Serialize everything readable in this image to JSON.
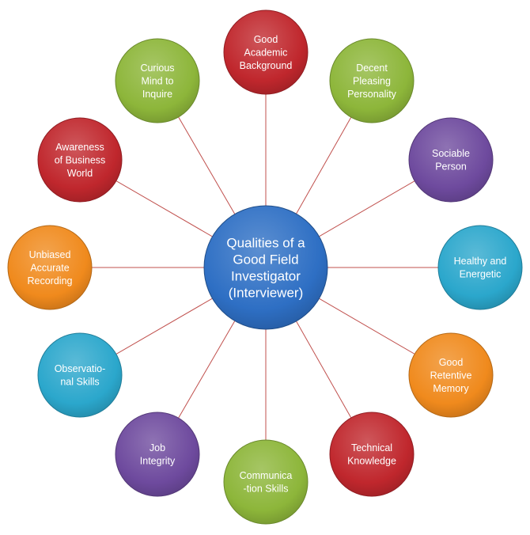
{
  "center": {
    "lines": [
      "Qualities of a",
      "Good Field",
      "Investigator",
      "(Interviewer)"
    ],
    "color": "#2E6FC4"
  },
  "nodes": [
    {
      "id": "good-academic-background",
      "lines": [
        "Good",
        "Academic",
        "Background"
      ],
      "color": "#C0272D"
    },
    {
      "id": "decent-pleasing-personality",
      "lines": [
        "Decent",
        "Pleasing",
        "Personality"
      ],
      "color": "#8DB63A"
    },
    {
      "id": "sociable-person",
      "lines": [
        "Sociable",
        "Person"
      ],
      "color": "#6E4A9E"
    },
    {
      "id": "healthy-and-energetic",
      "lines": [
        "Healthy and",
        "Energetic"
      ],
      "color": "#2BA7CC"
    },
    {
      "id": "good-retentive-memory",
      "lines": [
        "Good",
        "Retentive",
        "Memory"
      ],
      "color": "#F08A1D"
    },
    {
      "id": "technical-knowledge",
      "lines": [
        "Technical",
        "Knowledge"
      ],
      "color": "#C0272D"
    },
    {
      "id": "communication-skills",
      "lines": [
        "Communica",
        "-tion Skills"
      ],
      "color": "#8DB63A"
    },
    {
      "id": "job-integrity",
      "lines": [
        "Job",
        "Integrity"
      ],
      "color": "#6E4A9E"
    },
    {
      "id": "observational-skills",
      "lines": [
        "Observatio-",
        "nal Skills"
      ],
      "color": "#2BA7CC"
    },
    {
      "id": "unbiased-accurate-recording",
      "lines": [
        "Unbiased",
        "Accurate",
        "Recording"
      ],
      "color": "#F08A1D"
    },
    {
      "id": "awareness-of-business-world",
      "lines": [
        "Awareness",
        "of Business",
        "World"
      ],
      "color": "#C0272D"
    },
    {
      "id": "curious-mind-to-inquire",
      "lines": [
        "Curious",
        "Mind to",
        "Inquire"
      ],
      "color": "#8DB63A"
    }
  ],
  "connector_color": "#C0504D"
}
